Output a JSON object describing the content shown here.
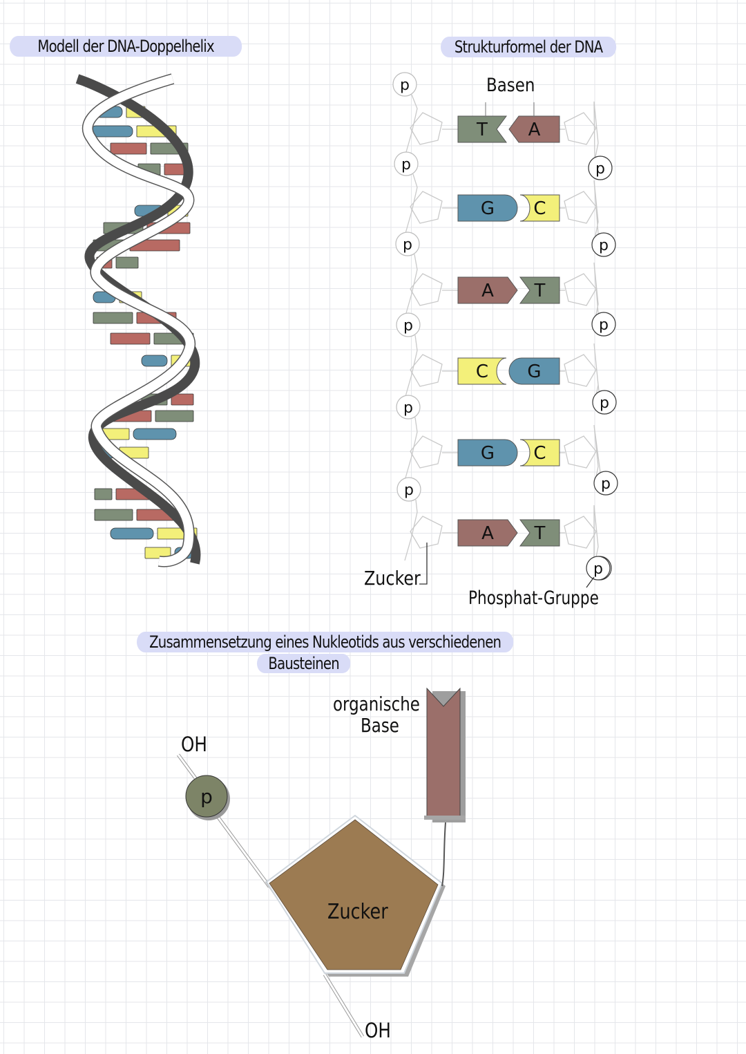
{
  "titles": {
    "helix_model": "Modell der DNA-Doppelhelix",
    "structure_formula": "Strukturformel der DNA",
    "nucleotide_line1": "Zusammensetzung eines Nukleotids aus verschiedenen",
    "nucleotide_line2": "Bausteinen"
  },
  "structure": {
    "bases_label": "Basen",
    "sugar_label": "Zucker",
    "phosphate_label": "Phosphat-Gruppe",
    "phosphate_symbol": "p",
    "pairs": [
      {
        "left": "T",
        "right": "A"
      },
      {
        "left": "G",
        "right": "C"
      },
      {
        "left": "A",
        "right": "T"
      },
      {
        "left": "C",
        "right": "G"
      },
      {
        "left": "G",
        "right": "C"
      },
      {
        "left": "A",
        "right": "T"
      }
    ]
  },
  "nucleotide": {
    "oh_top": "OH",
    "phosphate_symbol": "p",
    "base_label_line1": "organische",
    "base_label_line2": "Base",
    "sugar_label": "Zucker",
    "oh_bottom": "OH"
  },
  "colors": {
    "A": "#9b6f6a",
    "T": "#7f8e79",
    "G": "#5f93ad",
    "C": "#f3f07a",
    "highlight": "#d9dcf7",
    "backbone_dark": "#4a4a4a",
    "sugar": "#9c7b52",
    "phosphate": "#7d8467"
  }
}
